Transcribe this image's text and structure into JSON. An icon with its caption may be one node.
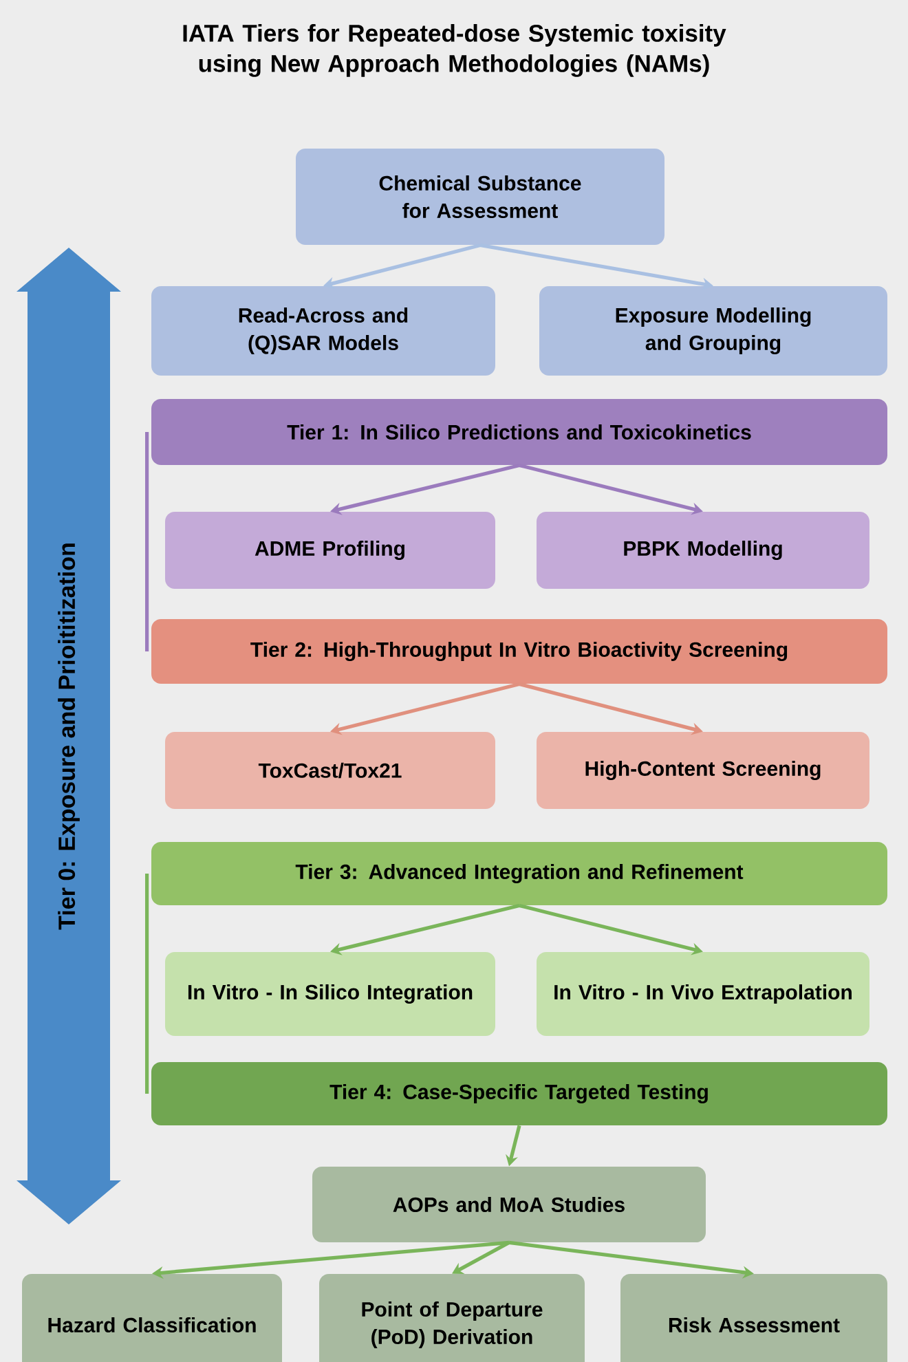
{
  "diagram": {
    "title": "IATA Tiers for Repeated-dose Systemic toxisity using New Approach Methodologies (NAMs)",
    "nodes": [
      {
        "text": [
          "Chemical Substance for Assessment"
        ]
      },
      {
        "text": [
          "Read-Across and (Q)SAR Models"
        ]
      },
      {
        "text": [
          "Exposure Modelling and Grouping"
        ]
      },
      {
        "text": [
          "Tier 1: In Silico Predictions and Toxicokinetics"
        ]
      },
      {
        "text": [
          "ADME Profiling"
        ]
      },
      {
        "text": [
          "PBPK Modelling"
        ]
      },
      {
        "text": [
          "Tier 2: High-Throughput In Vitro Bioactivity Screening"
        ]
      },
      {
        "text": [
          "ToxCast/Tox21"
        ]
      },
      {
        "text": [
          "High-Content Screening"
        ]
      },
      {
        "text": [
          "Tier 3: Advanced Integration and Refinement"
        ]
      },
      {
        "text": [
          "In Vitro - In Silico Integration"
        ]
      },
      {
        "text": [
          "In Vitro - In Vivo Extrapolation"
        ]
      },
      {
        "text": [
          "Tier 4: Case-Specific Targeted Testing"
        ]
      },
      {
        "text": [
          "AOPs and MoA Studies"
        ]
      },
      {
        "text": [
          "Hazard Classification"
        ]
      },
      {
        "text": [
          "Point of Departure (PoD) Derivation"
        ]
      },
      {
        "text": [
          "Risk Assessment"
        ]
      },
      {
        "text": [
          "Tier 0: Exposure and Prioititization"
        ]
      }
    ],
    "edges": [
      {
        "from": 0,
        "to": 1,
        "arrow": "to",
        "color": "#a9c0e2"
      },
      {
        "from": 0,
        "to": 2,
        "arrow": "to",
        "color": "#a9c0e2"
      },
      {
        "from": 3,
        "to": 4,
        "arrow": "to",
        "color": "#9b7bbd"
      },
      {
        "from": 3,
        "to": 5,
        "arrow": "to",
        "color": "#9b7bbd"
      },
      {
        "from": 3,
        "to": 6,
        "arrow": "none",
        "color": "#9b7bbd"
      },
      {
        "from": 6,
        "to": 7,
        "arrow": "to",
        "color": "#e0907e"
      },
      {
        "from": 6,
        "to": 8,
        "arrow": "to",
        "color": "#e0907e"
      },
      {
        "from": 9,
        "to": 10,
        "arrow": "to"
      },
      {
        "from": 9,
        "to": 11,
        "arrow": "to"
      },
      {
        "from": 9,
        "to": 12,
        "arrow": "none"
      },
      {
        "from": 12,
        "to": 13,
        "arrow": "to"
      },
      {
        "from": 13,
        "to": 14,
        "arrow": "to"
      },
      {
        "from": 13,
        "to": 15,
        "arrow": "to"
      },
      {
        "from": 13,
        "to": 16,
        "arrow": "to"
      }
    ]
  }
}
